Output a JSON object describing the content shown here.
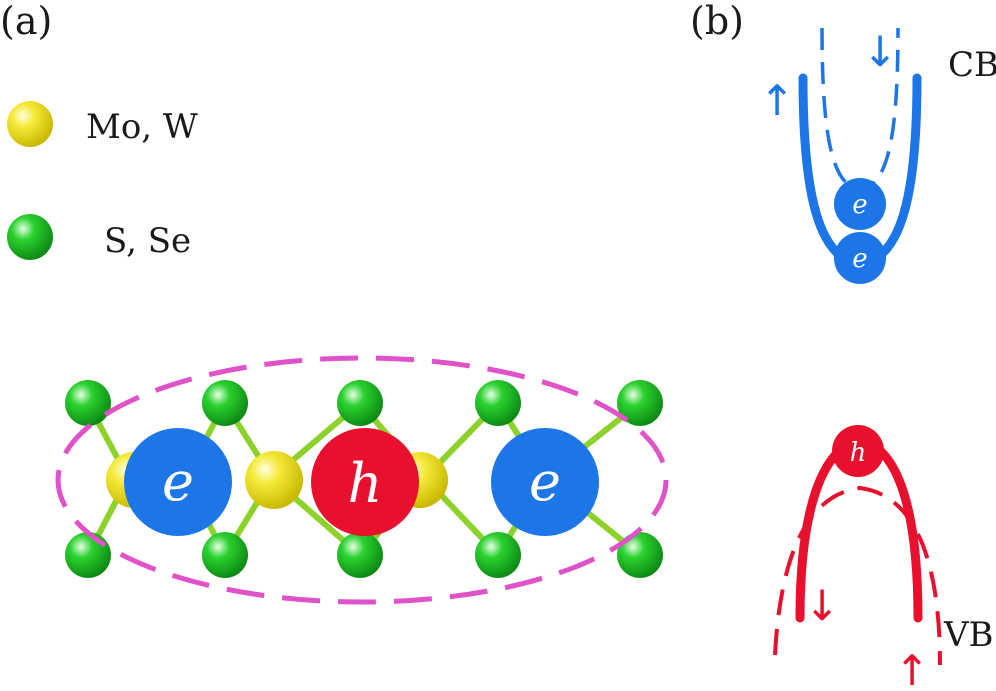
{
  "panel_a": {
    "label": "(a)",
    "legend": [
      {
        "text": "Mo, W",
        "color": "#f2e21a"
      },
      {
        "text": "S, Se",
        "color": "#1fbf2a"
      }
    ],
    "particles": {
      "electron": "e",
      "hole": "h"
    }
  },
  "panel_b": {
    "label": "(b)",
    "conduction_band": {
      "label": "CB",
      "electrons": [
        "e",
        "e"
      ],
      "spin_up": "↑",
      "spin_down": "↓"
    },
    "valence_band": {
      "label": "VB",
      "hole": "h",
      "spin_up": "↑",
      "spin_down": "↓"
    }
  },
  "colors": {
    "electron": "#1c76e8",
    "hole": "#e8102c",
    "conduction_band": "#1c76e8",
    "valence_band": "#e8102c",
    "exciton_outline": "#e052c8",
    "metal_atom": "#f2e21a",
    "chalcogen_atom": "#1fbf2a",
    "bond": "#8cd22a"
  }
}
